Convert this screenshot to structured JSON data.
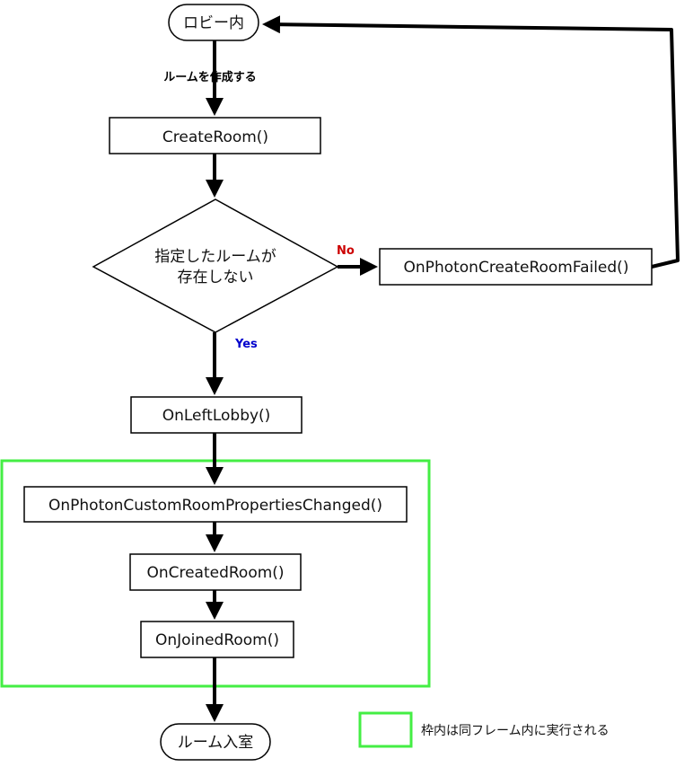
{
  "nodes": {
    "lobby": "ロビー内",
    "create_room": "CreateRoom()",
    "decision_line1": "指定したルームが",
    "decision_line2": "存在しない",
    "create_failed": "OnPhotonCreateRoomFailed()",
    "left_lobby": "OnLeftLobby()",
    "props_changed": "OnPhotonCustomRoomPropertiesChanged()",
    "created_room": "OnCreatedRoom()",
    "joined_room": "OnJoinedRoom()",
    "room_enter": "ルーム入室"
  },
  "edges": {
    "create_label": "ルームを作成する",
    "no_label": "No",
    "yes_label": "Yes"
  },
  "legend": {
    "text": "枠内は同フレーム内に実行される"
  },
  "colors": {
    "no": "#cc0000",
    "yes": "#0000cc",
    "frame": "#44ee44",
    "line": "#000000"
  }
}
